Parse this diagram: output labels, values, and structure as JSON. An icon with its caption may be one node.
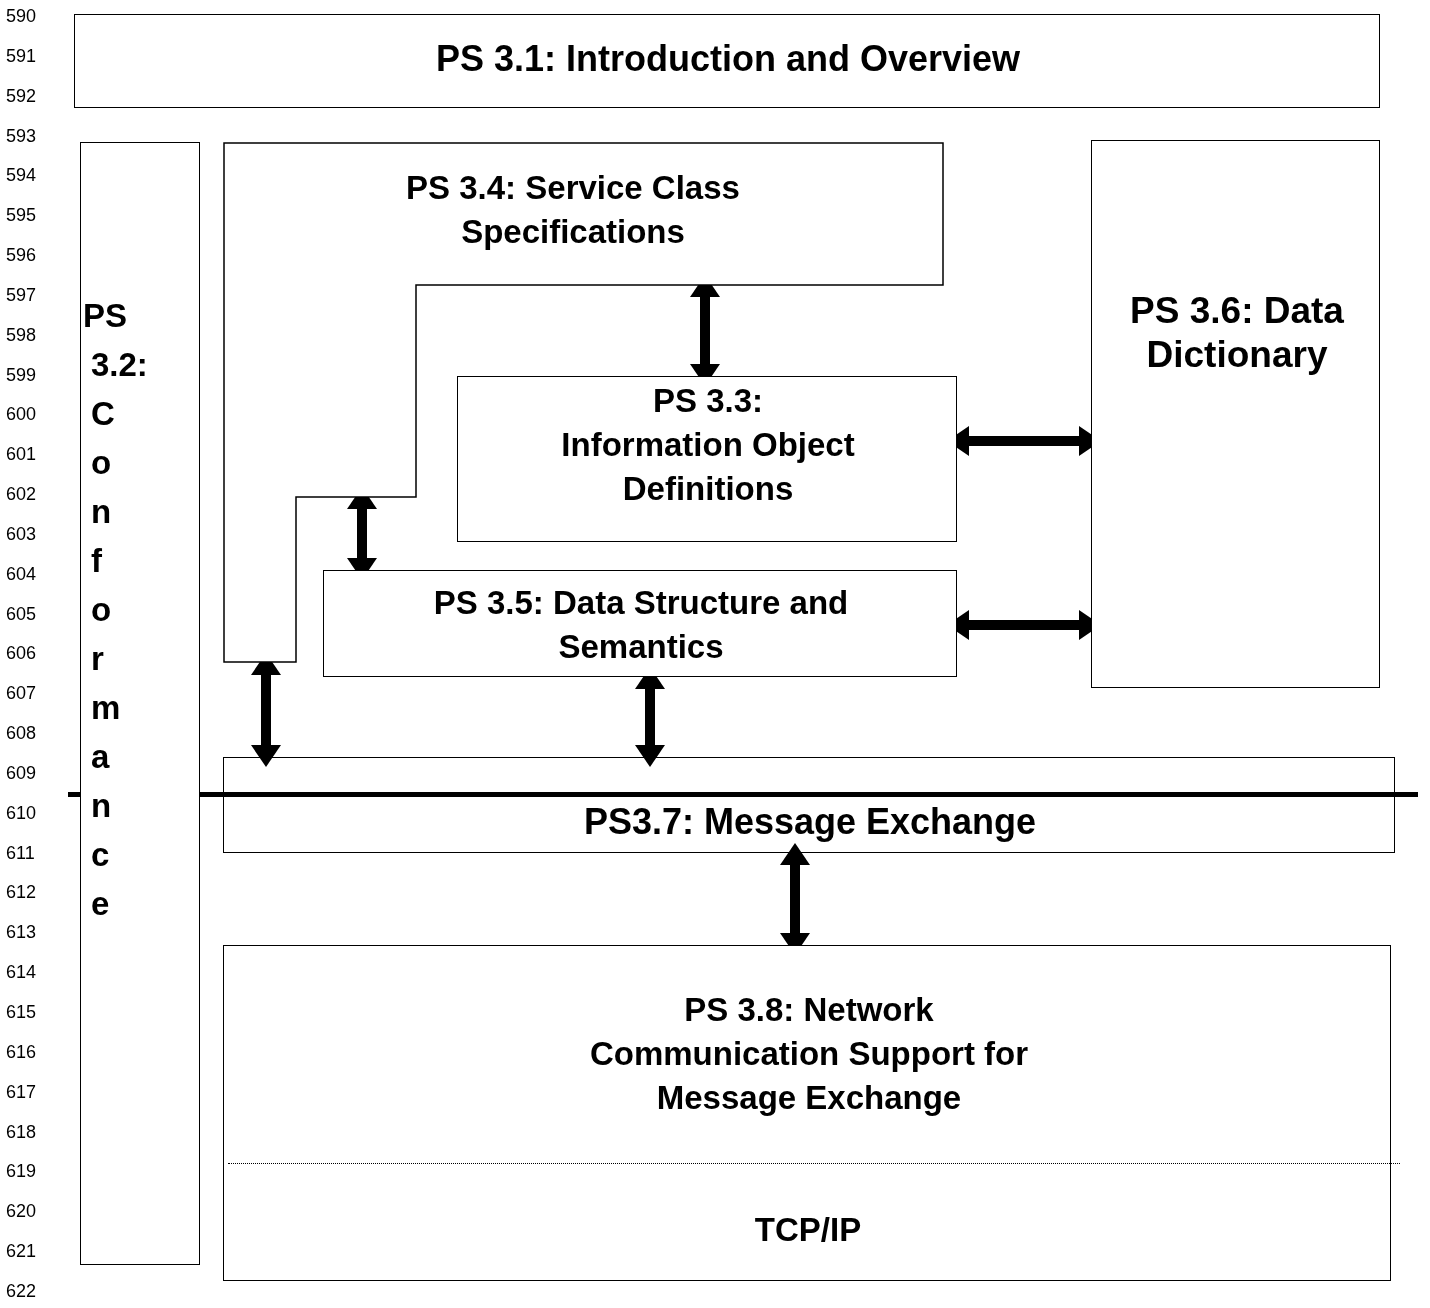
{
  "diagram": {
    "nodes": [
      {
        "text": [
          "PS 3.1: Introduction and Overview"
        ]
      },
      {
        "text": [
          "PS 3.2: Conformance"
        ]
      },
      {
        "text": [
          "PS 3.4: Service Class Specifications"
        ]
      },
      {
        "text": [
          "PS 3.3: Information Object Definitions"
        ]
      },
      {
        "text": [
          "PS 3.6: Data Dictionary"
        ]
      },
      {
        "text": [
          "PS 3.5: Data Structure and Semantics"
        ]
      },
      {
        "text": [
          "PS3.7: Message Exchange"
        ]
      },
      {
        "text": [
          "PS 3.8: Network Communication Support for Message Exchange",
          "TCP/IP"
        ]
      }
    ],
    "edges": [
      {
        "from": 2,
        "to": 3,
        "arrow": "both"
      },
      {
        "from": 3,
        "to": 4,
        "arrow": "both"
      },
      {
        "from": 2,
        "to": 5,
        "arrow": "both"
      },
      {
        "from": 5,
        "to": 4,
        "arrow": "both"
      },
      {
        "from": 2,
        "to": 6,
        "arrow": "both"
      },
      {
        "from": 5,
        "to": 6,
        "arrow": "both"
      },
      {
        "from": 6,
        "to": 7,
        "arrow": "both"
      }
    ],
    "labels": [
      "590",
      "591",
      "592",
      "593",
      "594",
      "595",
      "596",
      "597",
      "598",
      "599",
      "600",
      "601",
      "602",
      "603",
      "604",
      "605",
      "606",
      "607",
      "608",
      "609",
      "610",
      "611",
      "612",
      "613",
      "614",
      "615",
      "616",
      "617",
      "618",
      "619",
      "620",
      "621",
      "622"
    ]
  }
}
